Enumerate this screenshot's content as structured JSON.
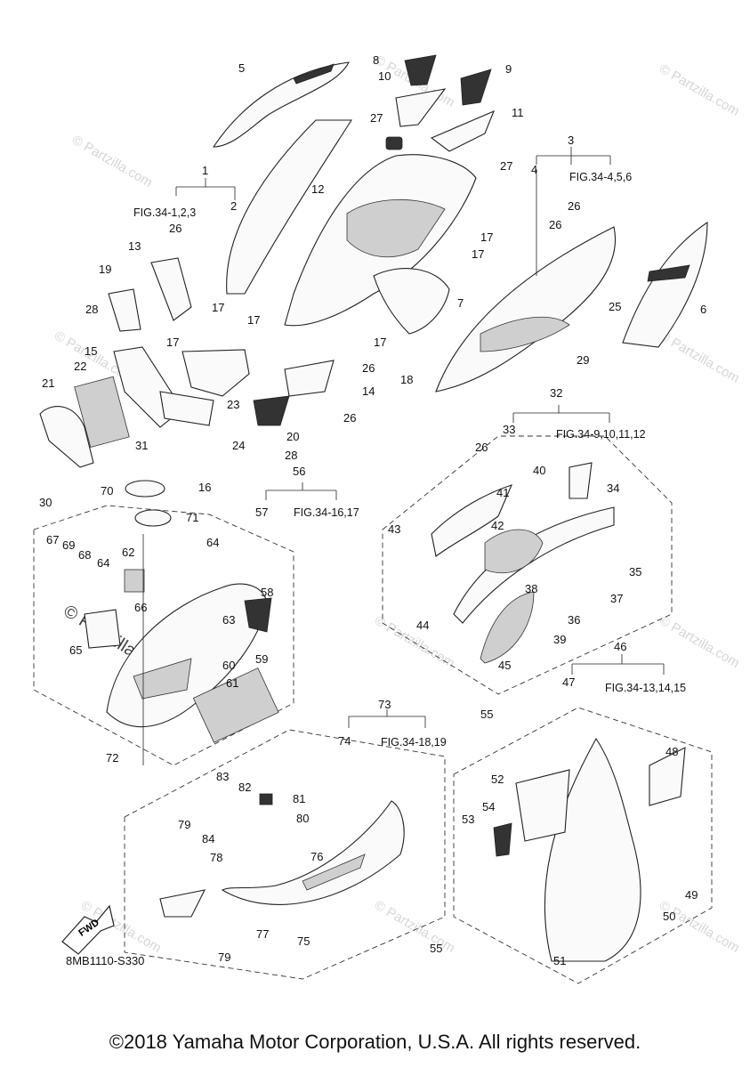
{
  "diagram_code": "8MB1110-S330",
  "copyright": "©2018 Yamaha Motor Corporation, U.S.A. All rights reserved.",
  "watermark": "© Partzilla.com",
  "fwd_label": "FWD",
  "figure_refs": {
    "f1": "FIG.34-1,2,3",
    "f3": "FIG.34-4,5,6",
    "f32": "FIG.34-9,10,11,12",
    "f56": "FIG.34-16,17",
    "f46": "FIG.34-13,14,15",
    "f73": "FIG.34-18,19"
  },
  "callouts": [
    "1",
    "2",
    "3",
    "4",
    "5",
    "6",
    "7",
    "8",
    "9",
    "10",
    "11",
    "12",
    "13",
    "14",
    "15",
    "16",
    "17",
    "18",
    "19",
    "20",
    "21",
    "22",
    "23",
    "24",
    "25",
    "26",
    "27",
    "28",
    "29",
    "30",
    "31",
    "32",
    "33",
    "34",
    "35",
    "36",
    "37",
    "38",
    "39",
    "40",
    "41",
    "42",
    "43",
    "44",
    "45",
    "46",
    "47",
    "48",
    "49",
    "50",
    "51",
    "52",
    "53",
    "54",
    "55",
    "56",
    "57",
    "58",
    "59",
    "60",
    "61",
    "62",
    "63",
    "64",
    "65",
    "66",
    "67",
    "68",
    "69",
    "70",
    "71",
    "72",
    "73",
    "74",
    "75",
    "76",
    "77",
    "78",
    "79",
    "80",
    "81",
    "82",
    "83",
    "84"
  ]
}
